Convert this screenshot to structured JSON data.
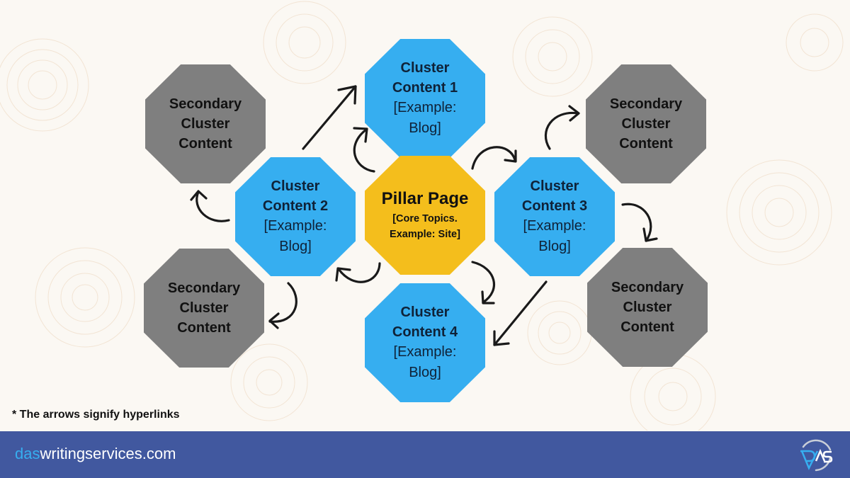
{
  "colors": {
    "cluster": "#36aef0",
    "secondary": "#7f7f7f",
    "pillar": "#f4be1c",
    "footer_bg": "#41589f",
    "footer_accent": "#36aef0"
  },
  "pillar": {
    "title": "Pillar Page",
    "line1": "[Core Topics.",
    "line2": "Example: Site]"
  },
  "clusters": [
    {
      "line1": "Cluster",
      "line2": "Content 1",
      "line3": "[Example:",
      "line4": "Blog]"
    },
    {
      "line1": "Cluster",
      "line2": "Content 2",
      "line3": "[Example:",
      "line4": "Blog]"
    },
    {
      "line1": "Cluster",
      "line2": "Content 3",
      "line3": "[Example:",
      "line4": "Blog]"
    },
    {
      "line1": "Cluster",
      "line2": "Content 4",
      "line3": "[Example:",
      "line4": "Blog]"
    }
  ],
  "secondary": [
    {
      "line1": "Secondary",
      "line2": "Cluster",
      "line3": "Content"
    },
    {
      "line1": "Secondary",
      "line2": "Cluster",
      "line3": "Content"
    },
    {
      "line1": "Secondary",
      "line2": "Cluster",
      "line3": "Content"
    },
    {
      "line1": "Secondary",
      "line2": "Cluster",
      "line3": "Content"
    }
  ],
  "note": "* The arrows signify hyperlinks",
  "footer": {
    "brand_accent": "das",
    "brand_rest": "writingservices.com",
    "logo_icon": "das-logo-icon"
  }
}
